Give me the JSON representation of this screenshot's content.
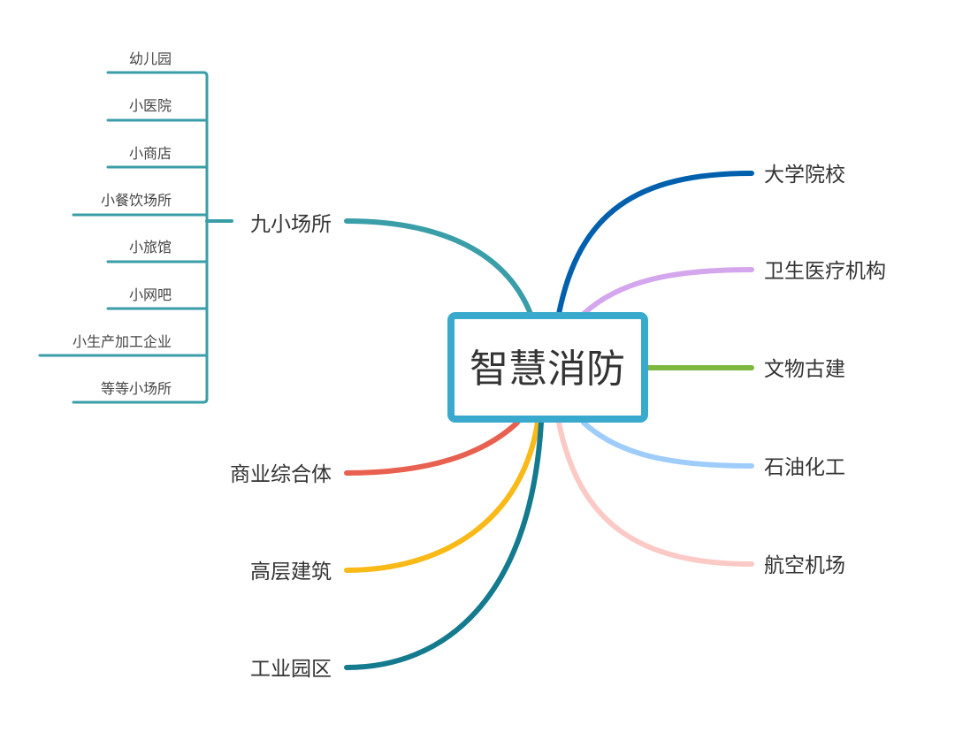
{
  "center": {
    "label": "智慧消防",
    "color": "#3AA9CE"
  },
  "right_branches": [
    {
      "label": "大学院校",
      "color": "#0060AE"
    },
    {
      "label": "卫生医疗机构",
      "color": "#D4A6EE"
    },
    {
      "label": "文物古建",
      "color": "#7CB83F"
    },
    {
      "label": "石油化工",
      "color": "#9ECDFB"
    },
    {
      "label": "航空机场",
      "color": "#FBC9C6"
    }
  ],
  "left_branches": [
    {
      "label": "九小场所",
      "color": "#3A9EA8",
      "children": [
        "幼儿园",
        "小医院",
        "小商店",
        "小餐饮场所",
        "小旅馆",
        "小网吧",
        "小生产加工企业",
        "等等小场所"
      ]
    },
    {
      "label": "商业综合体",
      "color": "#E8604F"
    },
    {
      "label": "高层建筑",
      "color": "#F9B916"
    },
    {
      "label": "工业园区",
      "color": "#147A8E"
    }
  ]
}
